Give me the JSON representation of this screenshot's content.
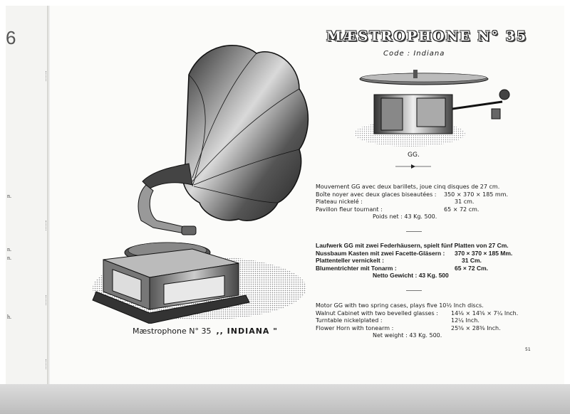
{
  "left_page": {
    "digit": "6",
    "marks": [
      "n.",
      "n.",
      "n.",
      "h."
    ]
  },
  "title": "MÆSTROPHONE N° 35",
  "code_line": "Code :  Indiana",
  "caption": {
    "model": "Mæstrophone N° 35",
    "name": ",, INDIANA \""
  },
  "mechanism_label": "GG.",
  "spec_fr": {
    "rows": [
      {
        "k": "Mouvement GG avec deux barillets, joue cinq disques de 27 cm.",
        "v": ""
      },
      {
        "k": "Boîte noyer avec deux glaces biseautées :",
        "v": "350 × 370 × 185 mm."
      },
      {
        "k": "Plateau nickelé :",
        "v": "31 cm."
      },
      {
        "k": "Pavillon fleur tournant :",
        "v": "65 × 72 cm."
      }
    ],
    "total": "Poids net :  43 Kg. 500."
  },
  "spec_de": {
    "rows": [
      {
        "k": "Laufwerk GG mit zwei Federhäusern, spielt fünf Platten von 27 Cm.",
        "v": ""
      },
      {
        "k": "Nussbaum Kasten mit zwei Facette-Gläsern :",
        "v": "370 × 370 × 185 Mm."
      },
      {
        "k": "Plattenteller vernickelt :",
        "v": "31 Cm."
      },
      {
        "k": "Blumentrichter mit Tonarm :",
        "v": "65 × 72 Cm."
      }
    ],
    "total": "Netto Gewicht :  43 Kg. 500"
  },
  "spec_en": {
    "rows": [
      {
        "k": "Motor GG with two spring cases, plays five 10½ Inch discs.",
        "v": ""
      },
      {
        "k": "Walnut Cabinet with two bevelled glasses :",
        "v": "14⅛ × 14⅝ × 7¼ Inch."
      },
      {
        "k": "Turntable nickelplated :",
        "v": "12¼ Inch."
      },
      {
        "k": "Flower Horn with tonearm :",
        "v": "25⅝ × 28⅜ Inch."
      }
    ],
    "total": "Net weight :  43 Kg. 500."
  },
  "page_number": "51"
}
